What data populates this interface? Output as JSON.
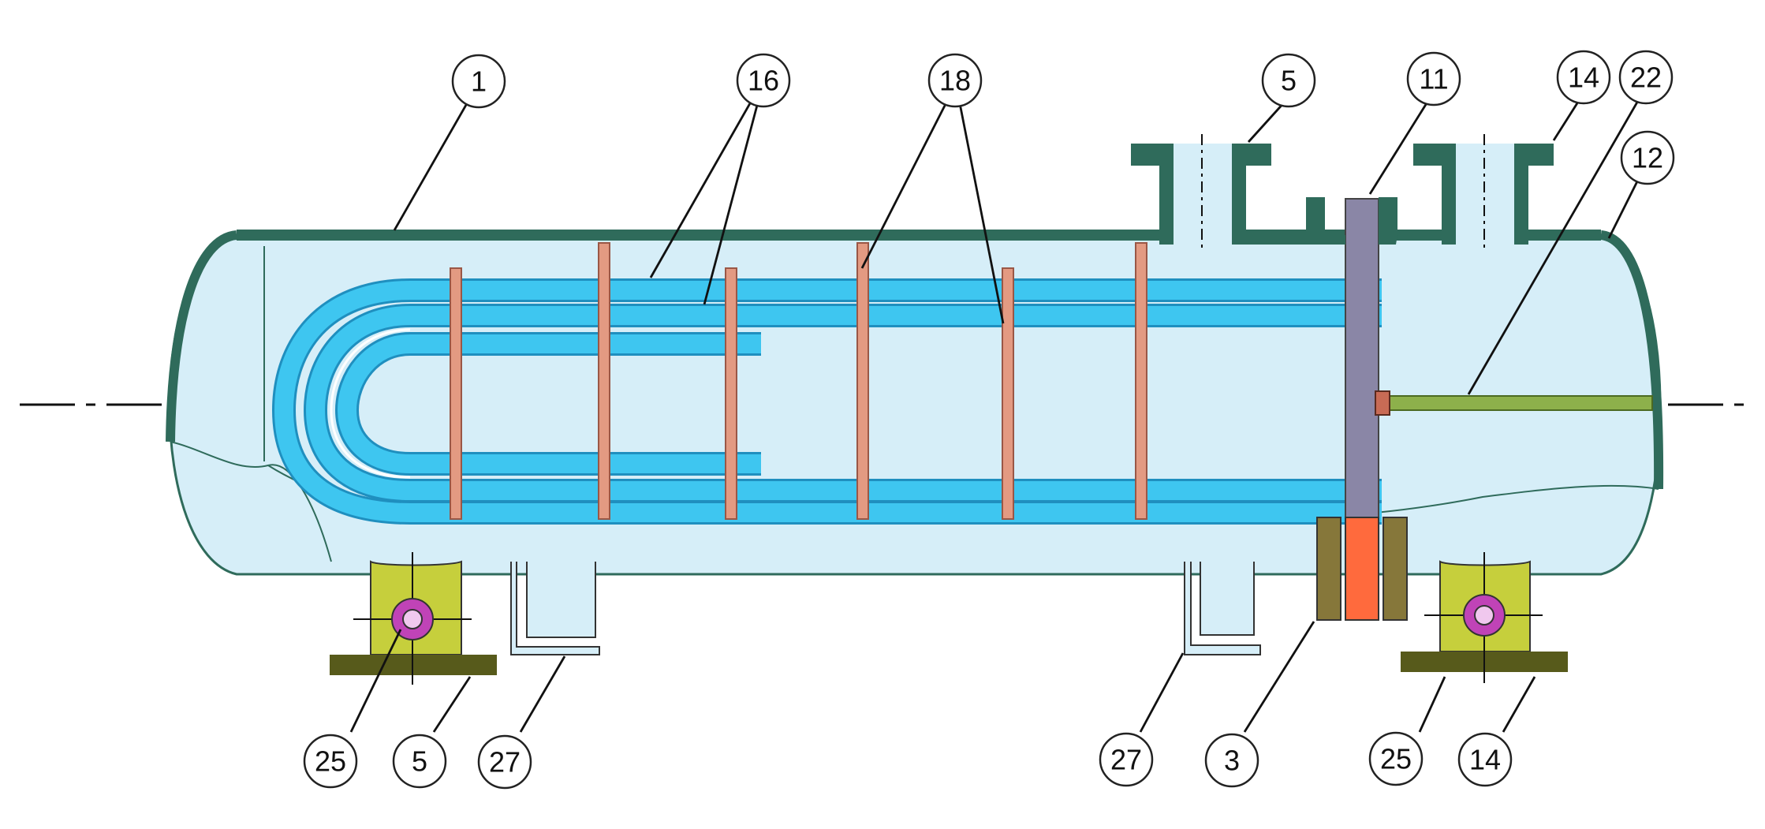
{
  "colors": {
    "shell_fill": "#d6eef8",
    "shell_outline": "#2f6b5b",
    "tube": "#3ec6f0",
    "tube_edge": "#1f8fbf",
    "baffle": "#e39a82",
    "baffle_edge": "#9a5746",
    "tubesheet": "#8a86a6",
    "flange": "#86773a",
    "gasket": "#ff6a3d",
    "saddle": "#c6cf3c",
    "base_plate": "#575a1b",
    "bolt": "#c043b7",
    "rod": "#8db04b",
    "centerline": "#111111"
  },
  "callouts": [
    {
      "id": "c1",
      "label": "1"
    },
    {
      "id": "c16",
      "label": "16"
    },
    {
      "id": "c18",
      "label": "18"
    },
    {
      "id": "c5top",
      "label": "5"
    },
    {
      "id": "c11",
      "label": "11"
    },
    {
      "id": "c14top",
      "label": "14"
    },
    {
      "id": "c22",
      "label": "22"
    },
    {
      "id": "c12",
      "label": "12"
    },
    {
      "id": "c25left",
      "label": "25"
    },
    {
      "id": "c5bottom",
      "label": "5"
    },
    {
      "id": "c27left",
      "label": "27"
    },
    {
      "id": "c27right",
      "label": "27"
    },
    {
      "id": "c3",
      "label": "3"
    },
    {
      "id": "c25right",
      "label": "25"
    },
    {
      "id": "c14bottom",
      "label": "14"
    }
  ]
}
